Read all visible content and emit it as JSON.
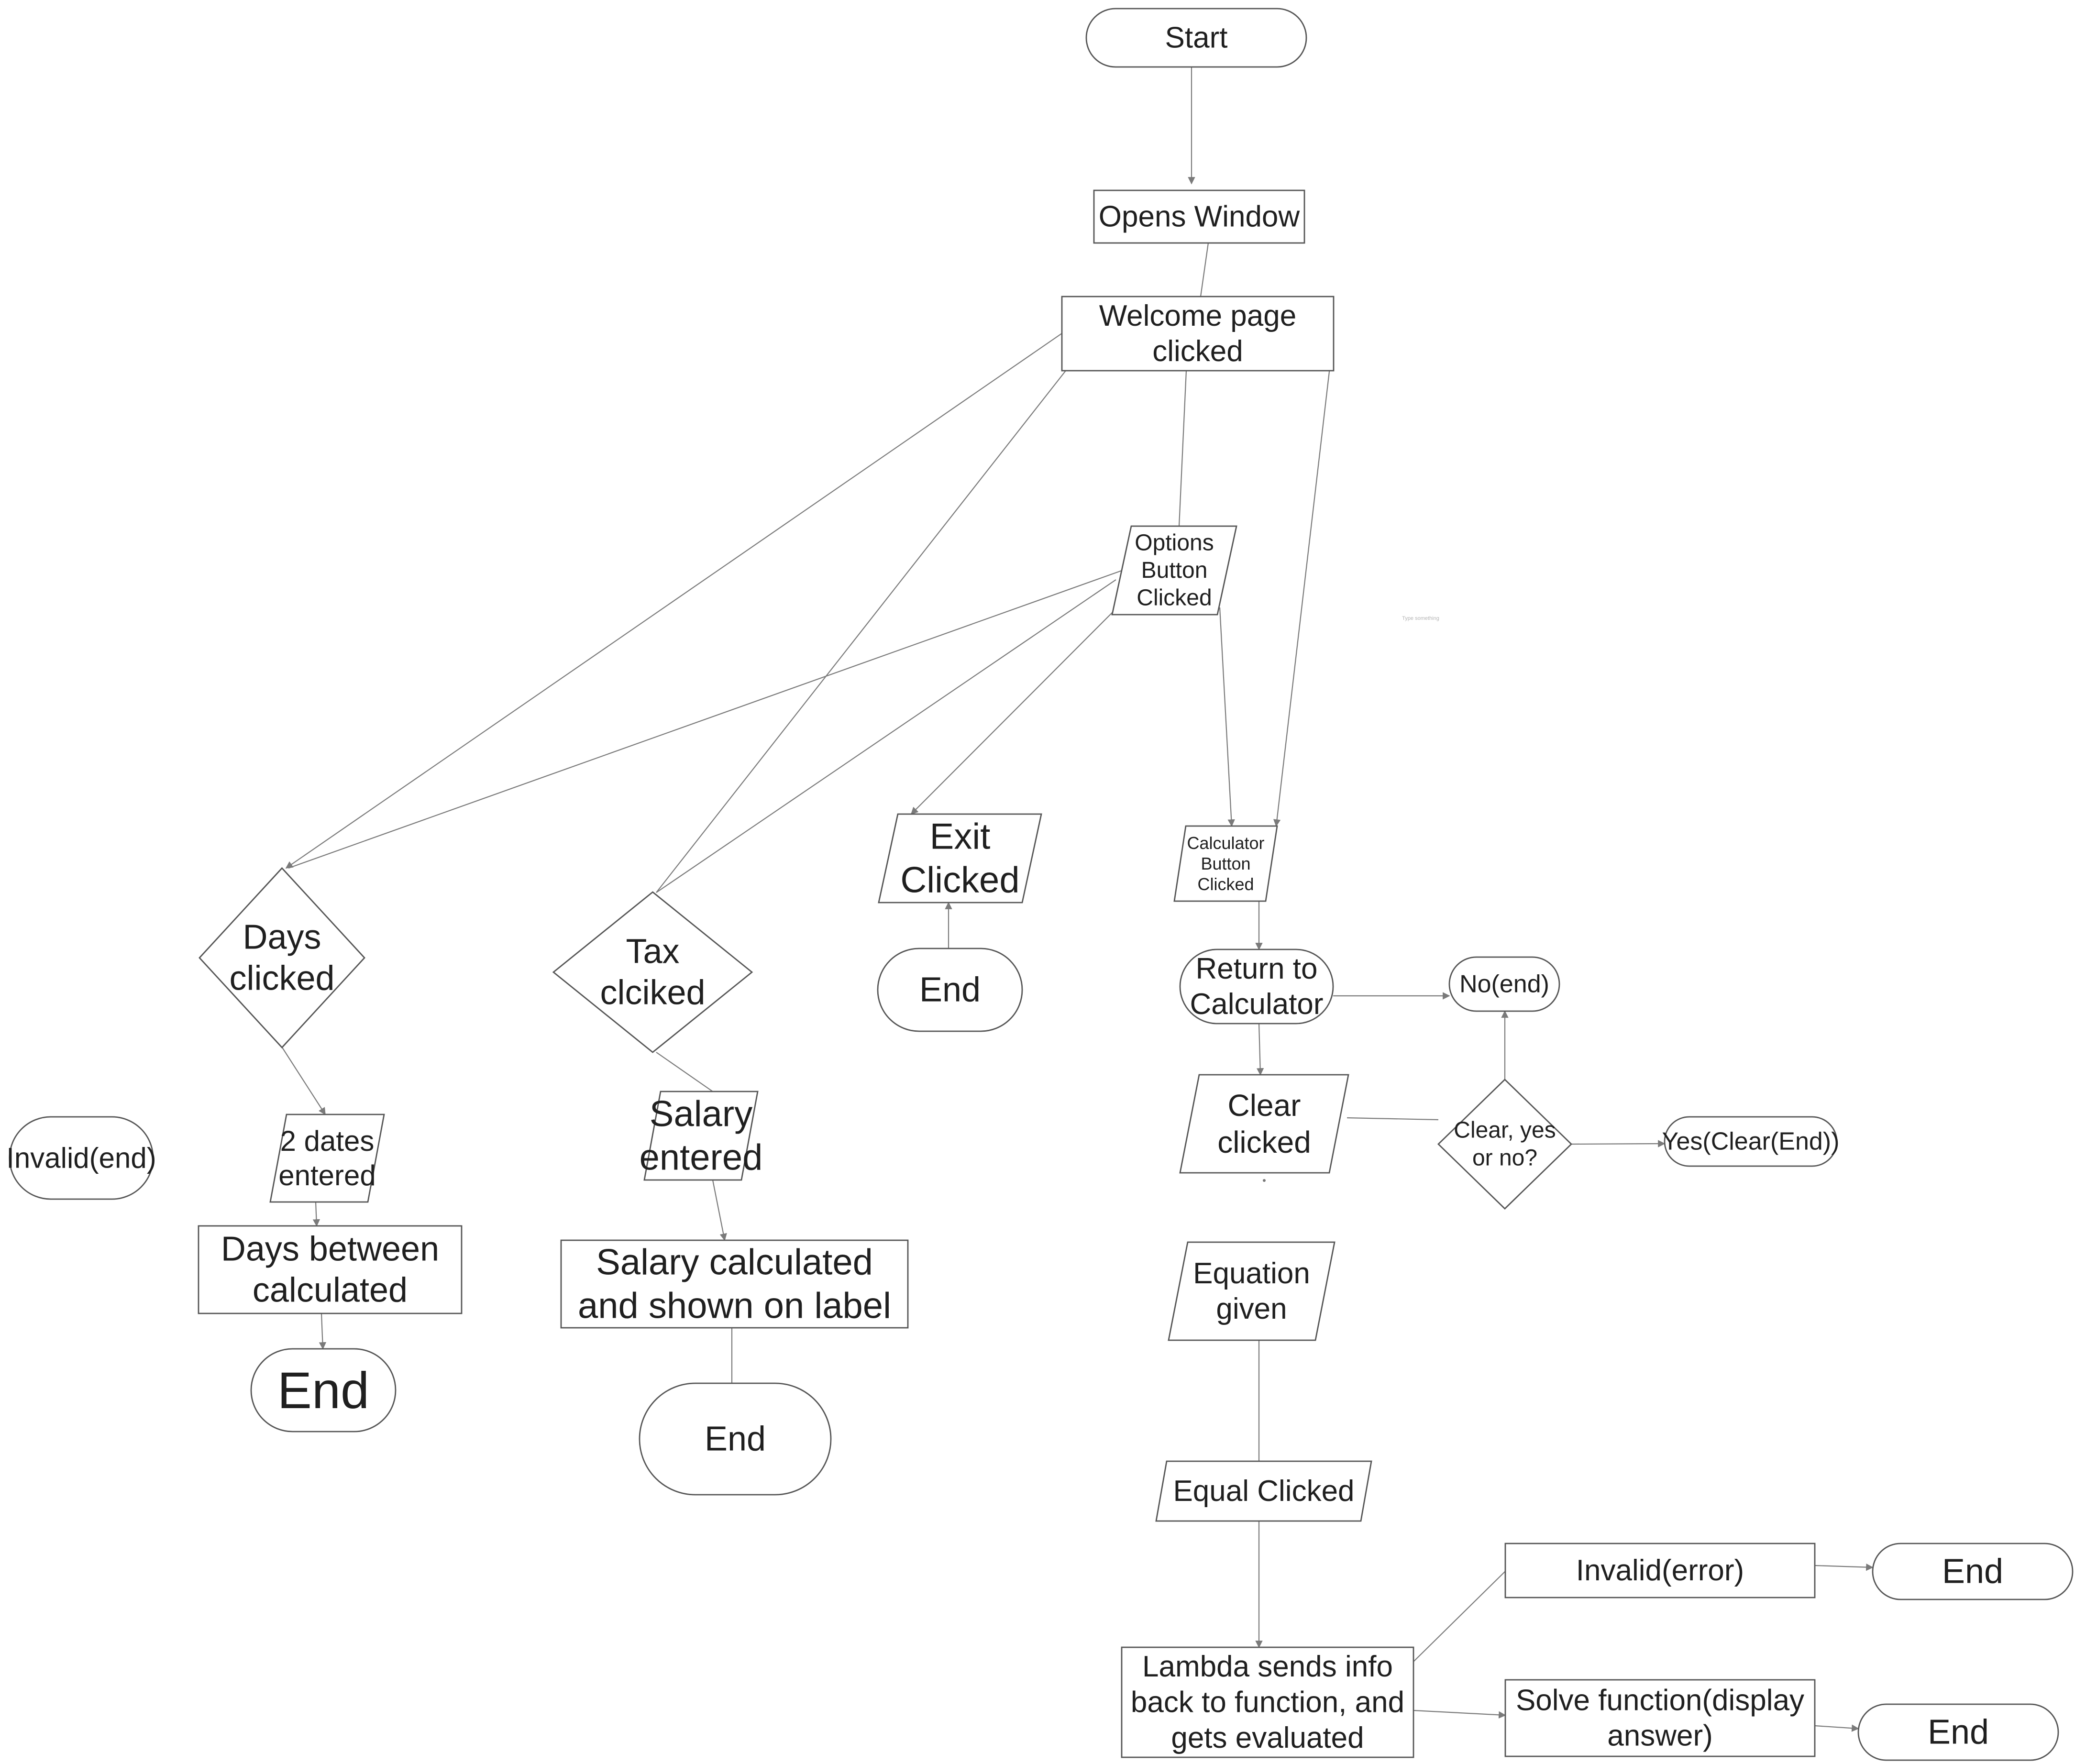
{
  "nodes": {
    "start": {
      "label": [
        "Start"
      ]
    },
    "opens_window": {
      "label": [
        "Opens Window"
      ]
    },
    "welcome": {
      "label": [
        "Welcome page",
        "clicked"
      ]
    },
    "options": {
      "label": [
        "Options",
        "Button",
        "Clicked"
      ]
    },
    "days_clicked": {
      "label": [
        "Days",
        "clicked"
      ]
    },
    "tax_clicked": {
      "label": [
        "Tax",
        "clciked"
      ]
    },
    "exit_clicked": {
      "label": [
        "Exit",
        "Clicked"
      ]
    },
    "end_exit": {
      "label": [
        "End"
      ]
    },
    "calculator_button": {
      "label": [
        "Calculator",
        "Button",
        "Clicked"
      ]
    },
    "return_calc": {
      "label": [
        "Return to",
        "Calculator"
      ]
    },
    "no_end": {
      "label": [
        "No(end)"
      ]
    },
    "clear_clicked": {
      "label": [
        "Clear",
        "clicked"
      ]
    },
    "clear_decision": {
      "label": [
        "Clear, yes",
        "or no?"
      ]
    },
    "yes_clear": {
      "label": [
        "Yes(Clear(End))"
      ]
    },
    "invalid_end": {
      "label": [
        "Invalid(end)"
      ]
    },
    "two_dates": {
      "label": [
        "2 dates",
        "entered"
      ]
    },
    "days_between": {
      "label": [
        "Days between",
        "calculated"
      ]
    },
    "end_days": {
      "label": [
        "End"
      ]
    },
    "salary_entered": {
      "label": [
        "Salary",
        "entered"
      ]
    },
    "salary_calc": {
      "label": [
        "Salary calculated",
        "and shown on label"
      ]
    },
    "end_salary": {
      "label": [
        "End"
      ]
    },
    "equation_given": {
      "label": [
        "Equation",
        "given"
      ]
    },
    "equal_clicked": {
      "label": [
        "Equal Clicked"
      ]
    },
    "lambda": {
      "label": [
        "Lambda sends info",
        "back to function, and",
        "gets evaluated"
      ]
    },
    "invalid_error": {
      "label": [
        "Invalid(error)"
      ]
    },
    "end_invalid": {
      "label": [
        "End"
      ]
    },
    "solve": {
      "label": [
        "Solve function(display",
        "answer)"
      ]
    },
    "end_solve": {
      "label": [
        "End"
      ]
    }
  },
  "stray_text": "Type something"
}
